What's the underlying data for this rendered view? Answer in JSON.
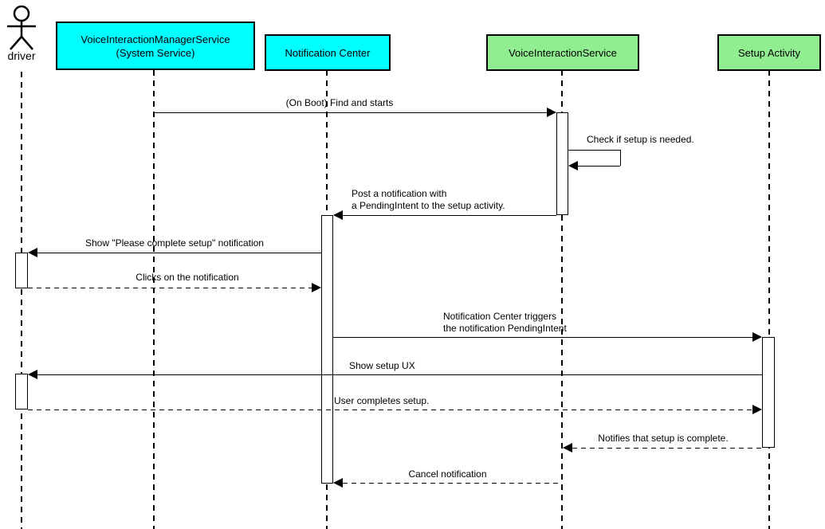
{
  "diagram": {
    "actor": {
      "label": "driver"
    },
    "participants": [
      {
        "name": "VoiceInteractionManagerService (System Service)",
        "lines": [
          "VoiceInteractionManagerService",
          "(System Service)"
        ],
        "fill": "#00FFFF"
      },
      {
        "name": "Notification Center",
        "lines": [
          "Notification Center"
        ],
        "fill": "#00FFFF"
      },
      {
        "name": "VoiceInteractionService",
        "lines": [
          "VoiceInteractionService"
        ],
        "fill": "#90EE90"
      },
      {
        "name": "Setup Activity",
        "lines": [
          "Setup Activity"
        ],
        "fill": "#90EE90"
      }
    ],
    "messages": [
      {
        "text": "(On Boot) Find and starts",
        "from": "VoiceInteractionManagerService (System Service)",
        "to": "VoiceInteractionService",
        "line": "solid"
      },
      {
        "text": "Check if setup is needed.",
        "from": "VoiceInteractionService",
        "to": "VoiceInteractionService",
        "line": "solid",
        "self_message": true
      },
      {
        "lines": [
          "Post a notification with",
          "a PendingIntent to the setup activity."
        ],
        "from": "VoiceInteractionService",
        "to": "Notification Center",
        "line": "solid"
      },
      {
        "text": "Show \"Please complete setup\" notification",
        "from": "Notification Center",
        "to": "driver",
        "line": "solid"
      },
      {
        "text": "Clicks on the notification",
        "from": "driver",
        "to": "Notification Center",
        "line": "dashed"
      },
      {
        "lines": [
          "Notification Center triggers",
          "the notification PendingIntent"
        ],
        "from": "Notification Center",
        "to": "Setup Activity",
        "line": "solid"
      },
      {
        "text": "Show setup UX",
        "from": "Setup Activity",
        "to": "driver",
        "line": "solid"
      },
      {
        "text": "User completes setup.",
        "from": "driver",
        "to": "Setup Activity",
        "line": "dashed"
      },
      {
        "text": "Notifies that setup is complete.",
        "from": "Setup Activity",
        "to": "VoiceInteractionService",
        "line": "dashed"
      },
      {
        "text": "Cancel notification",
        "from": "VoiceInteractionService",
        "to": "Notification Center",
        "line": "dashed"
      }
    ],
    "colors": {
      "cyan": "#00FFFF",
      "green": "#90EE90",
      "line": "#000000",
      "background": "#FFFFFF"
    }
  }
}
